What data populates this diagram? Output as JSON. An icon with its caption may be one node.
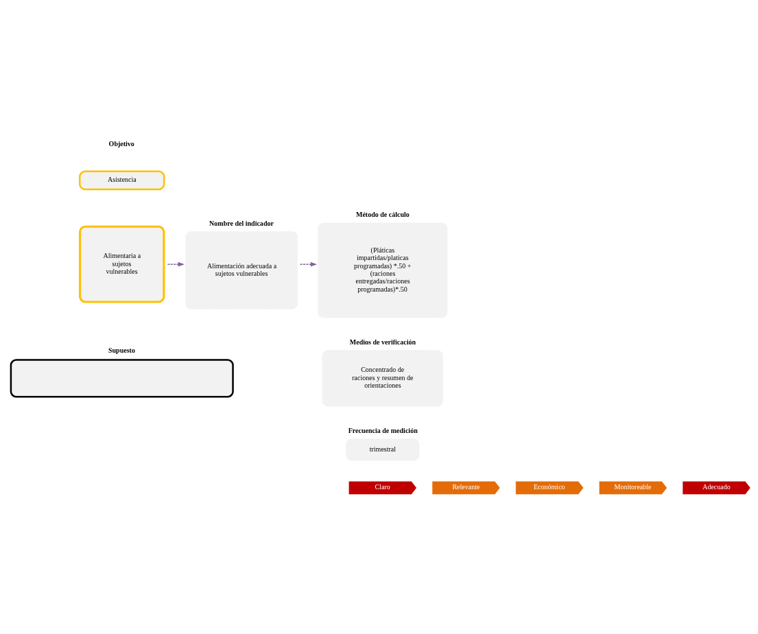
{
  "diagram": {
    "nodes": [
      {
        "text": [
          "Asistencia"
        ]
      },
      {
        "text": [
          "Alimentaria a sujetos vulnerables"
        ]
      },
      {
        "text": [
          "Nombre del indicador",
          "Alimentación adecuada a sujetos vulnerables"
        ]
      },
      {
        "text": [
          "Método de cálculo",
          "(Pláticas impartidas/platicas programadas) *.50 + (raciones entregadas/raciones programadas)*.50"
        ]
      },
      {
        "text": [
          "Supuesto"
        ]
      },
      {
        "text": [
          "Medios de verificación",
          "Concentrado de raciones y resumen de orientaciones"
        ]
      },
      {
        "text": [
          "Frecuencia de medición",
          "trimestral"
        ]
      },
      {
        "text": [
          "Claro"
        ]
      },
      {
        "text": [
          "Relevante"
        ]
      },
      {
        "text": [
          "Económico"
        ]
      },
      {
        "text": [
          "Monitoreable"
        ]
      },
      {
        "text": [
          "Adecuado"
        ]
      }
    ],
    "edges": [
      {
        "from": 1,
        "to": 2,
        "arrow": "to",
        "style": "dashed",
        "color": "#8064a2"
      },
      {
        "from": 2,
        "to": 3,
        "arrow": "to",
        "style": "dashed",
        "color": "#8064a2"
      }
    ],
    "labels": [
      "Objetivo"
    ]
  }
}
